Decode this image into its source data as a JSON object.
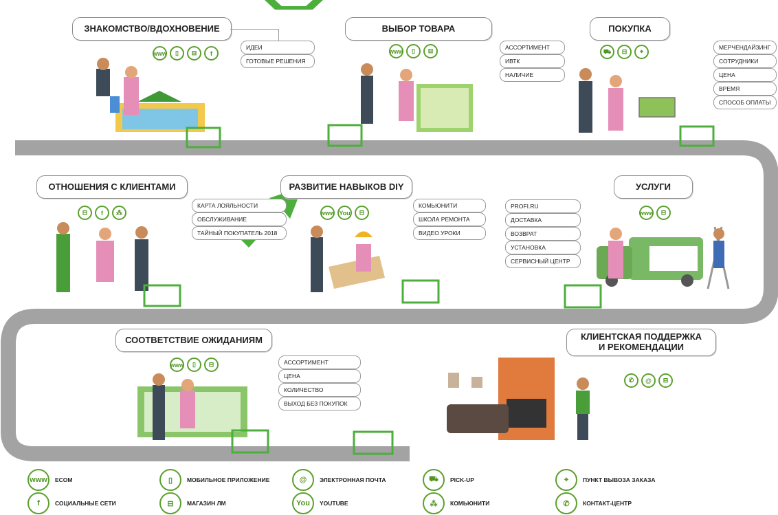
{
  "stages": {
    "s1": {
      "title": "ЗНАКОМСТВО/ВДОХНОВЕНИЕ",
      "tags": [
        "ИДЕИ",
        "ГОТОВЫЕ РЕШЕНИЯ"
      ],
      "icons": [
        "www-icon",
        "mobile-icon",
        "cart-icon",
        "facebook-icon"
      ]
    },
    "s2": {
      "title": "ВЫБОР ТОВАРА",
      "tags": [
        "АССОРТИМЕНТ",
        "ИВТК",
        "НАЛИЧИЕ"
      ],
      "icons": [
        "www-icon",
        "mobile-icon",
        "cart-icon"
      ]
    },
    "s3": {
      "title": "ПОКУПКА",
      "tags": [
        "МЕРЧЕНДАЙЗИНГ",
        "СОТРУДНИКИ",
        "ЦЕНА",
        "ВРЕМЯ",
        "СПОСОБ ОПЛАТЫ"
      ],
      "icons": [
        "truck-icon",
        "cart-icon",
        "pin-icon"
      ]
    },
    "s4": {
      "title": "ОТНОШЕНИЯ С КЛИЕНТАМИ",
      "tags": [
        "КАРТА ЛОЯЛЬНОСТИ",
        "ОБСЛУЖИВАНИЕ",
        "ТАЙНЫЙ ПОКУПАТЕЛЬ 2018"
      ],
      "icons": [
        "cart-icon",
        "facebook-icon",
        "community-icon"
      ]
    },
    "s5": {
      "title": "РАЗВИТИЕ НАВЫКОВ DIY",
      "tags": [
        "КОМЬЮНИТИ",
        "ШКОЛА РЕМОНТА",
        "ВИДЕО УРОКИ"
      ],
      "icons": [
        "www-icon",
        "youtube-icon",
        "cart-icon"
      ]
    },
    "s6": {
      "title": "УСЛУГИ",
      "tags": [
        "PROFI.RU",
        "ДОСТАВКА",
        "ВОЗВРАТ",
        "УСТАНОВКА",
        "СЕРВИСНЫЙ ЦЕНТР"
      ],
      "icons": [
        "www-icon",
        "cart-icon"
      ]
    },
    "s7": {
      "title": "СООТВЕТСТВИЕ ОЖИДАНИЯМ",
      "tags": [
        "АССОРТИМЕНТ",
        "ЦЕНА",
        "КОЛИЧЕСТВО",
        "ВЫХОД БЕЗ ПОКУПОК"
      ],
      "icons": [
        "www-icon",
        "mobile-icon",
        "cart-icon"
      ]
    },
    "s8": {
      "title_line1": "КЛИЕНТСКАЯ ПОДДЕРЖКА",
      "title_line2": "И РЕКОМЕНДАЦИИ",
      "icons": [
        "phone-icon",
        "email-icon",
        "cart-icon"
      ]
    }
  },
  "legend": [
    {
      "icon": "www-icon",
      "glyph": "www",
      "label": "ECOM"
    },
    {
      "icon": "mobile-icon",
      "glyph": "▯",
      "label": "МОБИЛЬНОЕ ПРИЛОЖЕНИЕ"
    },
    {
      "icon": "email-icon",
      "glyph": "@",
      "label": "ЭЛЕКТРОННАЯ ПОЧТА"
    },
    {
      "icon": "truck-icon",
      "glyph": "⛟",
      "label": "PICK-UP"
    },
    {
      "icon": "pin-icon",
      "glyph": "⌖",
      "label": "ПУНКТ ВЫВОЗА ЗАКАЗА"
    },
    {
      "icon": "facebook-icon",
      "glyph": "f",
      "label": "СОЦИАЛЬНЫЕ СЕТИ"
    },
    {
      "icon": "cart-icon",
      "glyph": "⊟",
      "label": "МАГАЗИН ЛМ"
    },
    {
      "icon": "youtube-icon",
      "glyph": "You",
      "label": "YOUTUBE"
    },
    {
      "icon": "community-icon",
      "glyph": "⁂",
      "label": "КОМЬЮНИТИ"
    },
    {
      "icon": "phone-icon",
      "glyph": "✆",
      "label": "КОНТАКТ-ЦЕНТР"
    }
  ],
  "colors": {
    "accent": "#5aa02c",
    "road": "#a3a3a3",
    "arrow": "#4caf3c"
  }
}
